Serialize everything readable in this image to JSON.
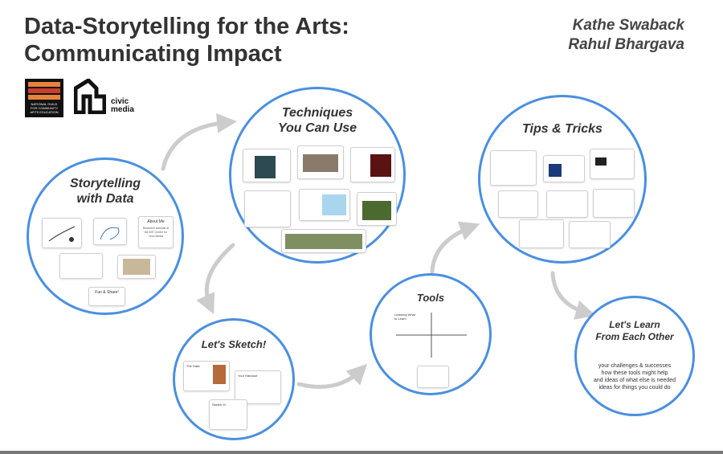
{
  "title": {
    "line1": "Data-Storytelling for the Arts:",
    "line2": "Communicating Impact"
  },
  "authors": [
    "Kathe Swaback",
    "Rahul Bhargava"
  ],
  "logos": {
    "ncca": "NATIONAL GUILD FOR COMMUNITY ARTS EDUCATION",
    "civic": "civic media"
  },
  "colors": {
    "circle_border": "#4a8fe0",
    "arrow": "#cccccc",
    "title": "#333333"
  },
  "circles": {
    "storytelling": {
      "title_lines": [
        "Storytelling",
        "with Data"
      ],
      "about_label": "About Me",
      "about_text": "Research scientist at the MIT Center for Civic Media",
      "fun_label": "Fun & Share!"
    },
    "techniques": {
      "title_lines": [
        "Techniques",
        "You Can Use"
      ]
    },
    "tips": {
      "title_lines": [
        "Tips & Tricks"
      ]
    },
    "sketch": {
      "title_lines": [
        "Let's Sketch!"
      ],
      "card1": "The Data",
      "card2": "Your Handout",
      "card3": "Sketch It!"
    },
    "tools": {
      "title_lines": [
        "Tools"
      ],
      "quad_label": "Learning What to Learn"
    },
    "learn": {
      "title_lines": [
        "Let's Learn",
        "From Each Other"
      ],
      "description": [
        "your challenges & successes",
        "how these tools might help",
        "and ideas of what else is needed",
        "ideas for things you could do"
      ]
    }
  }
}
